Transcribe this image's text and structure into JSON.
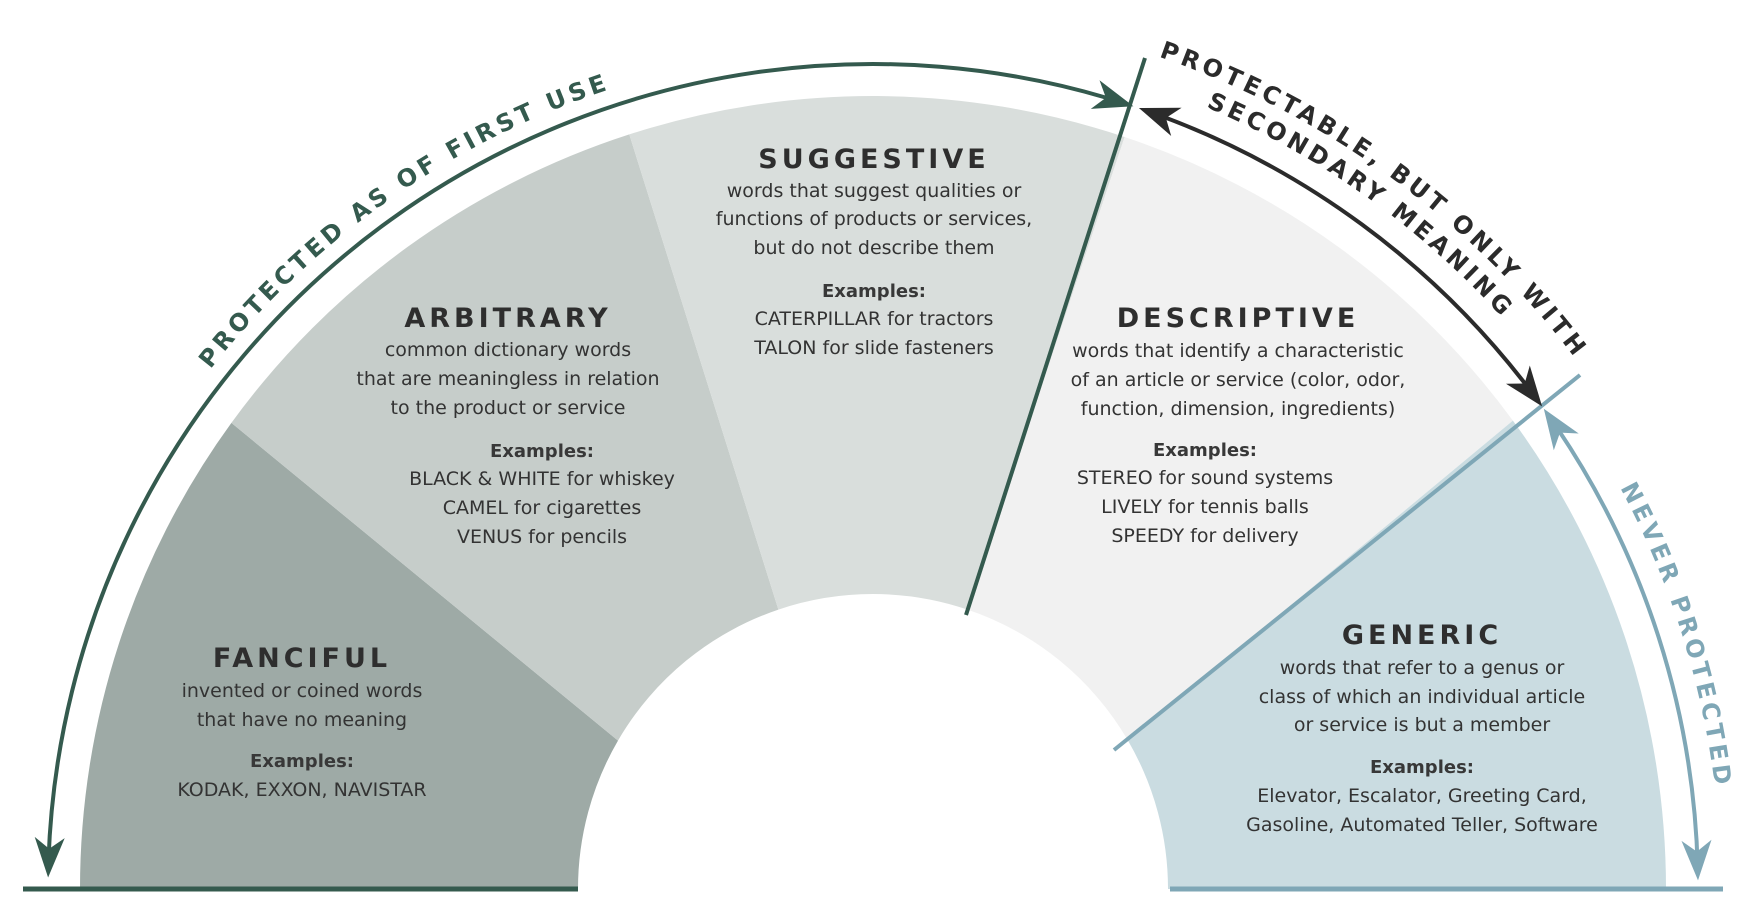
{
  "colors": {
    "fanciful": "#9eaaa6",
    "arbitrary": "#c6cdca",
    "suggestive": "#d9dedc",
    "descriptive": "#f1f1f1",
    "generic": "#cadce1",
    "protected_line": "#345a4e",
    "secondary_arrow": "#2b2b2b",
    "never_line": "#7fa7b6",
    "text": "#2e2e2e"
  },
  "labels": {
    "protected": "PROTECTED AS OF FIRST USE",
    "secondary_line1": "PROTECTABLE, BUT ONLY WITH",
    "secondary_line2": "SECONDARY MEANING",
    "never": "NEVER PROTECTED"
  },
  "categories": [
    {
      "key": "fanciful",
      "title": "FANCIFUL",
      "description": [
        "invented or coined words",
        "that have no meaning"
      ],
      "examples_label": "Examples:",
      "examples": [
        "KODAK, EXXON, NAVISTAR"
      ]
    },
    {
      "key": "arbitrary",
      "title": "ARBITRARY",
      "description": [
        "common dictionary words",
        "that are meaningless in relation",
        "to the product or service"
      ],
      "examples_label": "Examples:",
      "examples": [
        "BLACK & WHITE for whiskey",
        "CAMEL for cigarettes",
        "VENUS for pencils"
      ]
    },
    {
      "key": "suggestive",
      "title": "SUGGESTIVE",
      "description": [
        "words that suggest qualities or",
        "functions of products or services,",
        "but do not describe them"
      ],
      "examples_label": "Examples:",
      "examples": [
        "CATERPILLAR for tractors",
        "TALON for slide fasteners"
      ]
    },
    {
      "key": "descriptive",
      "title": "DESCRIPTIVE",
      "description": [
        "words that identify a characteristic",
        "of an article or service (color, odor,",
        "function, dimension, ingredients)"
      ],
      "examples_label": "Examples:",
      "examples": [
        "STEREO for sound systems",
        "LIVELY for tennis balls",
        "SPEEDY for delivery"
      ]
    },
    {
      "key": "generic",
      "title": "GENERIC",
      "description": [
        "words that refer to a genus or",
        "class of which an individual article",
        "or service is but a member"
      ],
      "examples_label": "Examples:",
      "examples": [
        "Elevator, Escalator, Greeting Card,",
        "Gasoline, Automated Teller, Software"
      ]
    }
  ]
}
